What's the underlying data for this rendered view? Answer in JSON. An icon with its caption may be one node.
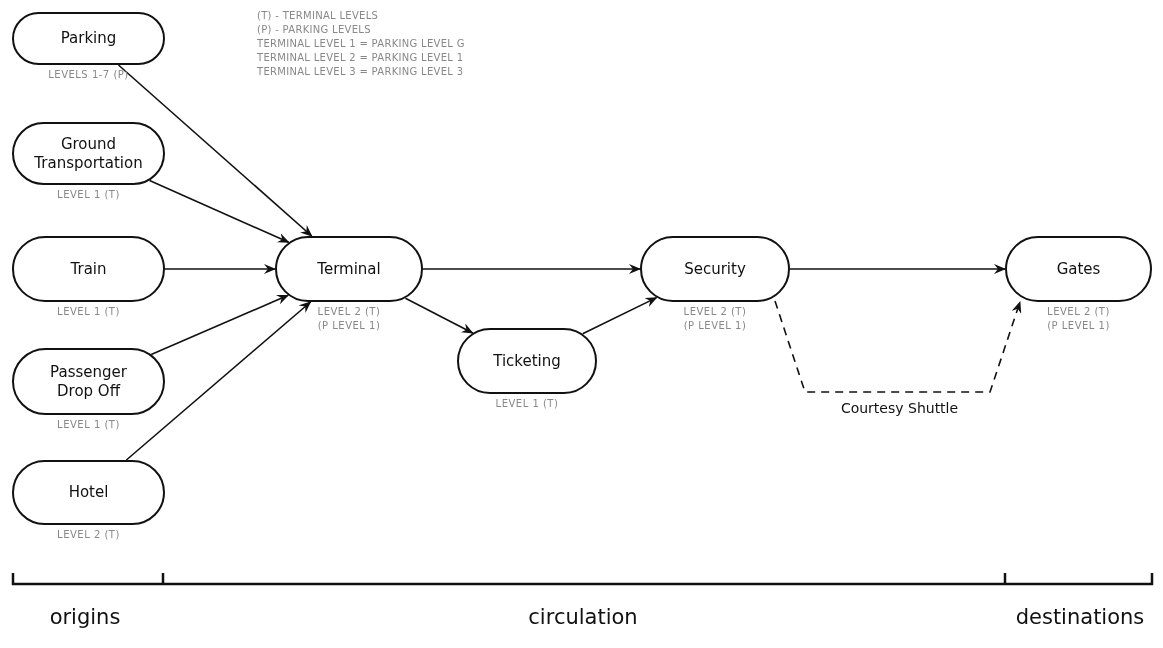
{
  "diagram": {
    "nodes": [
      {
        "text": [
          "Parking"
        ],
        "beside": [
          "LEVELS 1-7 (P)"
        ]
      },
      {
        "text": [
          "Ground Transportation"
        ],
        "beside": [
          "LEVEL 1 (T)"
        ]
      },
      {
        "text": [
          "Train"
        ],
        "beside": [
          "LEVEL 1 (T)"
        ]
      },
      {
        "text": [
          "Passenger Drop Off"
        ],
        "beside": [
          "LEVEL 1 (T)"
        ]
      },
      {
        "text": [
          "Hotel"
        ],
        "beside": [
          "LEVEL 2 (T)"
        ]
      },
      {
        "text": [
          "Terminal"
        ],
        "beside": [
          "LEVEL 2 (T)",
          "(P LEVEL 1)"
        ]
      },
      {
        "text": [
          "Ticketing"
        ],
        "beside": [
          "LEVEL 1 (T)"
        ]
      },
      {
        "text": [
          "Security"
        ],
        "beside": [
          "LEVEL 2 (T)",
          "(P LEVEL 1)"
        ]
      },
      {
        "text": [
          "Gates"
        ],
        "beside": [
          "LEVEL 2 (T)",
          "(P LEVEL 1)"
        ]
      }
    ],
    "edges": [
      {
        "from": 0,
        "to": 5,
        "arrow": "to"
      },
      {
        "from": 1,
        "to": 5,
        "arrow": "to"
      },
      {
        "from": 2,
        "to": 5,
        "arrow": "to"
      },
      {
        "from": 3,
        "to": 5,
        "arrow": "to"
      },
      {
        "from": 4,
        "to": 5,
        "arrow": "to"
      },
      {
        "from": 5,
        "to": 7,
        "arrow": "to"
      },
      {
        "from": 5,
        "to": 6,
        "arrow": "to"
      },
      {
        "from": 6,
        "to": 7,
        "arrow": "to"
      },
      {
        "from": 7,
        "to": 8,
        "arrow": "to"
      },
      {
        "from": 7,
        "to": 8,
        "arrow": "to",
        "style": "dashed",
        "label": "Courtesy Shuttle"
      }
    ],
    "labels": [
      "(T) - TERMINAL LEVELS",
      "(P) - PARKING LEVELS",
      "TERMINAL LEVEL 1 = PARKING LEVEL G",
      "TERMINAL LEVEL 2 = PARKING LEVEL 1",
      "TERMINAL LEVEL 3 = PARKING LEVEL 3",
      "origins",
      "circulation",
      "destinations"
    ]
  }
}
